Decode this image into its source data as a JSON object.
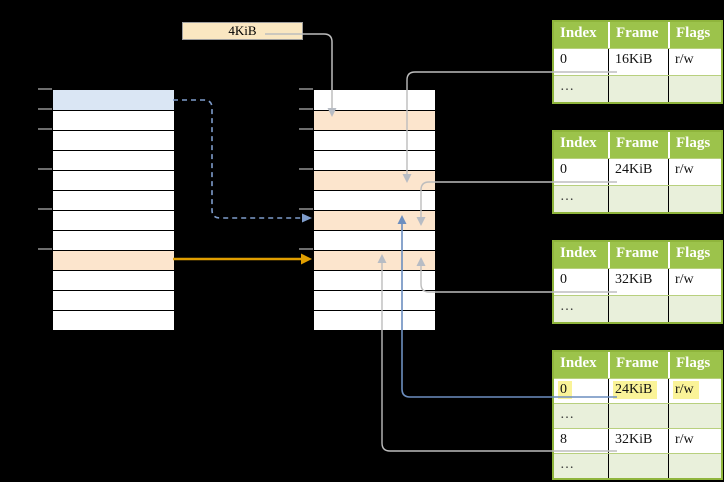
{
  "label": {
    "text": "4KiB"
  },
  "memory_columns": {
    "left": {
      "row_fills": [
        "blue",
        "white",
        "white",
        "white",
        "white",
        "white",
        "white",
        "white",
        "peach",
        "white",
        "white",
        "white"
      ]
    },
    "middle": {
      "row_fills": [
        "white",
        "peach",
        "white",
        "white",
        "peach",
        "white",
        "peach",
        "white",
        "peach",
        "white",
        "white",
        "white"
      ]
    },
    "tick_offsets": [
      0,
      20,
      40,
      80,
      120,
      160
    ]
  },
  "page_tables": [
    {
      "headers": [
        "Index",
        "Frame",
        "Flags"
      ],
      "rows": [
        {
          "cells": [
            "0",
            "16KiB",
            "r/w"
          ],
          "variant": "data",
          "highlight": false
        },
        {
          "cells": [
            "…",
            "",
            ""
          ],
          "variant": "dots",
          "highlight": false
        }
      ]
    },
    {
      "headers": [
        "Index",
        "Frame",
        "Flags"
      ],
      "rows": [
        {
          "cells": [
            "0",
            "24KiB",
            "r/w"
          ],
          "variant": "data",
          "highlight": false
        },
        {
          "cells": [
            "…",
            "",
            ""
          ],
          "variant": "dots",
          "highlight": false
        }
      ]
    },
    {
      "headers": [
        "Index",
        "Frame",
        "Flags"
      ],
      "rows": [
        {
          "cells": [
            "0",
            "32KiB",
            "r/w"
          ],
          "variant": "data",
          "highlight": false
        },
        {
          "cells": [
            "…",
            "",
            ""
          ],
          "variant": "dots",
          "highlight": false
        }
      ]
    },
    {
      "headers": [
        "Index",
        "Frame",
        "Flags"
      ],
      "rows": [
        {
          "cells": [
            "0",
            "24KiB",
            "r/w"
          ],
          "variant": "data",
          "highlight": true
        },
        {
          "cells": [
            "…",
            "",
            ""
          ],
          "variant": "dots",
          "highlight": false
        },
        {
          "cells": [
            "8",
            "32KiB",
            "r/w"
          ],
          "variant": "data",
          "highlight": false
        },
        {
          "cells": [
            "…",
            "",
            ""
          ],
          "variant": "dots",
          "highlight": false
        }
      ]
    }
  ],
  "arrows": [
    {
      "id": "arrow-4kib-to-frame",
      "style": "solid",
      "color_key": "gray_line"
    },
    {
      "id": "arrow-table1-to-frame",
      "style": "solid",
      "color_key": "gray_line"
    },
    {
      "id": "arrow-table2-to-frame",
      "style": "solid",
      "color_key": "gray_line"
    },
    {
      "id": "arrow-table3-to-frame",
      "style": "solid",
      "color_key": "gray_line"
    },
    {
      "id": "arrow-table4-row0-to-frame",
      "style": "solid",
      "color_key": "blue_line"
    },
    {
      "id": "arrow-table4-row8-to-frame",
      "style": "solid",
      "color_key": "gray_line"
    },
    {
      "id": "arrow-left-entry-dashed",
      "style": "dashed",
      "color_key": "dashed_blue"
    },
    {
      "id": "arrow-left-entry-orange",
      "style": "solid",
      "color_key": "orange"
    }
  ],
  "colors": {
    "background": "#000000",
    "header_green": "#9CC34B",
    "table_border": "#8FB53C",
    "row_divider": "#B8D07E",
    "dots_bg": "#E9F0DB",
    "yellow_highlight": "#FAF398",
    "blue_row": "#DAE6F4",
    "peach_row": "#FCE5CD",
    "label_fill": "#FAE7C1",
    "label_border": "#9E9E9E",
    "gray_line": "#BDBDBD",
    "gray_arrow": "#B7BCC4",
    "blue_line": "#6C8EBF",
    "dashed_blue": "#7E9CCB",
    "orange": "#E09E00",
    "tick_gray": "#6E6E6E"
  }
}
